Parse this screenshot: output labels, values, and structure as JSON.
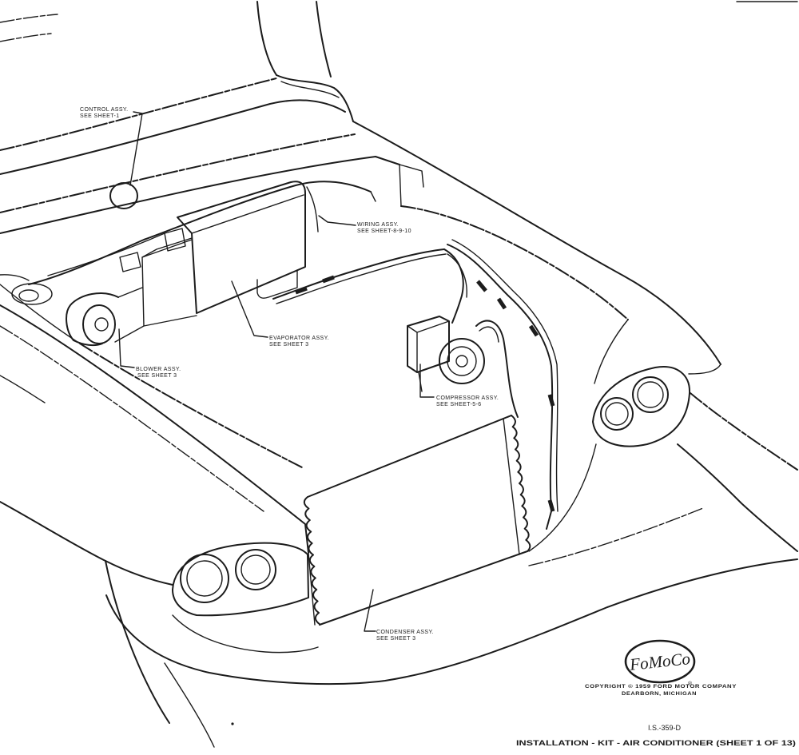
{
  "callouts": {
    "control": {
      "name": "CONTROL ASSY.",
      "ref": "SEE SHEET-1"
    },
    "wiring": {
      "name": "WIRING ASSY.",
      "ref": "SEE SHEET-8-9-10"
    },
    "evaporator": {
      "name": "EVAPORATOR ASSY.",
      "ref": "SEE SHEET 3"
    },
    "blower": {
      "name": "BLOWER ASSY.",
      "ref": "SEE SHEET 3"
    },
    "compressor": {
      "name": "COMPRESSOR ASSY.",
      "ref": "SEE SHEET-5-6"
    },
    "condenser": {
      "name": "CONDENSER ASSY.",
      "ref": "SEE SHEET 3"
    }
  },
  "logo": {
    "text": "FoMoCo",
    "mark": "®"
  },
  "copyright": {
    "line1": "COPYRIGHT © 1959 FORD MOTOR COMPANY",
    "line2": "DEARBORN, MICHIGAN"
  },
  "sheet": {
    "number": "I.S.-359-D",
    "title": "INSTALLATION - KIT - AIR CONDITIONER (SHEET 1 OF 13)"
  },
  "colors": {
    "ink": "#1c1c1c",
    "paper": "#ffffff"
  }
}
